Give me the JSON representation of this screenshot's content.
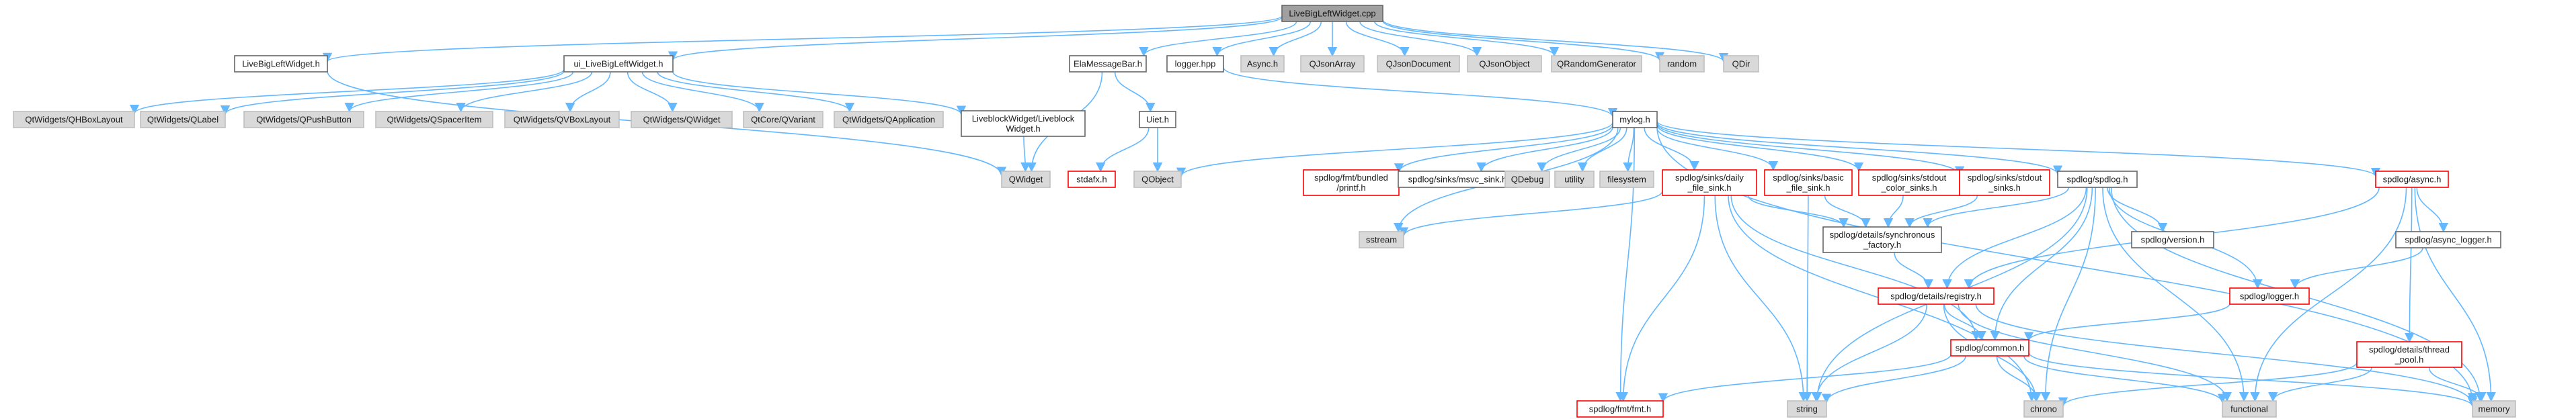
{
  "diagram": {
    "style": {
      "edge_color": "#63b8ff",
      "node_fill_default": "#ffffff",
      "node_stroke_default": "#666666",
      "node_fill_system": "#d9d9d9",
      "node_stroke_system": "#bfbfbf",
      "node_stroke_missing": "#ff0000",
      "node_fill_root": "#a0a0a0",
      "node_stroke_root": "#666666"
    },
    "nodes": [
      {
        "id": "root",
        "lines": [
          "LiveBigLeftWidget.cpp"
        ],
        "kind": "root"
      },
      {
        "id": "lblw_h",
        "lines": [
          "LiveBigLeftWidget.h"
        ],
        "kind": "normal"
      },
      {
        "id": "ui_lblw",
        "lines": [
          "ui_LiveBigLeftWidget.h"
        ],
        "kind": "normal"
      },
      {
        "id": "ela",
        "lines": [
          "ElaMessageBar.h"
        ],
        "kind": "normal"
      },
      {
        "id": "logger_hpp",
        "lines": [
          "logger.hpp"
        ],
        "kind": "normal"
      },
      {
        "id": "async_h",
        "lines": [
          "Async.h"
        ],
        "kind": "system"
      },
      {
        "id": "qjsonarray",
        "lines": [
          "QJsonArray"
        ],
        "kind": "system"
      },
      {
        "id": "qjsondoc",
        "lines": [
          "QJsonDocument"
        ],
        "kind": "system"
      },
      {
        "id": "qjsonobj",
        "lines": [
          "QJsonObject"
        ],
        "kind": "system"
      },
      {
        "id": "qrandom",
        "lines": [
          "QRandomGenerator"
        ],
        "kind": "system"
      },
      {
        "id": "random",
        "lines": [
          "random"
        ],
        "kind": "system"
      },
      {
        "id": "qdir",
        "lines": [
          "QDir"
        ],
        "kind": "system"
      },
      {
        "id": "qhbox",
        "lines": [
          "QtWidgets/QHBoxLayout"
        ],
        "kind": "system"
      },
      {
        "id": "qlabel",
        "lines": [
          "QtWidgets/QLabel"
        ],
        "kind": "system"
      },
      {
        "id": "qpush",
        "lines": [
          "QtWidgets/QPushButton"
        ],
        "kind": "system"
      },
      {
        "id": "qspacer",
        "lines": [
          "QtWidgets/QSpacerItem"
        ],
        "kind": "system"
      },
      {
        "id": "qvbox",
        "lines": [
          "QtWidgets/QVBoxLayout"
        ],
        "kind": "system"
      },
      {
        "id": "qwidget_inc",
        "lines": [
          "QtWidgets/QWidget"
        ],
        "kind": "system"
      },
      {
        "id": "qvariant",
        "lines": [
          "QtCore/QVariant"
        ],
        "kind": "system"
      },
      {
        "id": "qapp",
        "lines": [
          "QtWidgets/QApplication"
        ],
        "kind": "system"
      },
      {
        "id": "liveblock",
        "lines": [
          "LiveblockWidget/Liveblock",
          "Widget.h"
        ],
        "kind": "normal"
      },
      {
        "id": "qwidget",
        "lines": [
          "QWidget"
        ],
        "kind": "system"
      },
      {
        "id": "uiet",
        "lines": [
          "Uiet.h"
        ],
        "kind": "normal"
      },
      {
        "id": "stdafx",
        "lines": [
          "stdafx.h"
        ],
        "kind": "missing"
      },
      {
        "id": "qobject",
        "lines": [
          "QObject"
        ],
        "kind": "system"
      },
      {
        "id": "mylog",
        "lines": [
          "mylog.h"
        ],
        "kind": "normal"
      },
      {
        "id": "fmt_bundled",
        "lines": [
          "spdlog/fmt/bundled",
          "/printf.h"
        ],
        "kind": "missing"
      },
      {
        "id": "msvc_sink",
        "lines": [
          "spdlog/sinks/msvc_sink.h"
        ],
        "kind": "normal"
      },
      {
        "id": "qdebug",
        "lines": [
          "QDebug"
        ],
        "kind": "system"
      },
      {
        "id": "utility",
        "lines": [
          "utility"
        ],
        "kind": "system"
      },
      {
        "id": "filesystem",
        "lines": [
          "filesystem"
        ],
        "kind": "system"
      },
      {
        "id": "daily",
        "lines": [
          "spdlog/sinks/daily",
          "_file_sink.h"
        ],
        "kind": "missing"
      },
      {
        "id": "basic",
        "lines": [
          "spdlog/sinks/basic",
          "_file_sink.h"
        ],
        "kind": "missing"
      },
      {
        "id": "color",
        "lines": [
          "spdlog/sinks/stdout",
          "_color_sinks.h"
        ],
        "kind": "missing"
      },
      {
        "id": "stdout",
        "lines": [
          "spdlog/sinks/stdout",
          "_sinks.h"
        ],
        "kind": "missing"
      },
      {
        "id": "spdlog_h",
        "lines": [
          "spdlog/spdlog.h"
        ],
        "kind": "normal"
      },
      {
        "id": "async_sp",
        "lines": [
          "spdlog/async.h"
        ],
        "kind": "missing"
      },
      {
        "id": "sstream",
        "lines": [
          "sstream"
        ],
        "kind": "system"
      },
      {
        "id": "sync_factory",
        "lines": [
          "spdlog/details/synchronous",
          "_factory.h"
        ],
        "kind": "normal"
      },
      {
        "id": "version",
        "lines": [
          "spdlog/version.h"
        ],
        "kind": "normal"
      },
      {
        "id": "async_logger",
        "lines": [
          "spdlog/async_logger.h"
        ],
        "kind": "normal"
      },
      {
        "id": "registry",
        "lines": [
          "spdlog/details/registry.h"
        ],
        "kind": "missing"
      },
      {
        "id": "logger_sp",
        "lines": [
          "spdlog/logger.h"
        ],
        "kind": "missing"
      },
      {
        "id": "common",
        "lines": [
          "spdlog/common.h"
        ],
        "kind": "missing"
      },
      {
        "id": "thread_pool",
        "lines": [
          "spdlog/details/thread",
          "_pool.h"
        ],
        "kind": "missing"
      },
      {
        "id": "fmt_h",
        "lines": [
          "spdlog/fmt/fmt.h"
        ],
        "kind": "missing"
      },
      {
        "id": "string",
        "lines": [
          "string"
        ],
        "kind": "system"
      },
      {
        "id": "chrono",
        "lines": [
          "chrono"
        ],
        "kind": "system"
      },
      {
        "id": "functional",
        "lines": [
          "functional"
        ],
        "kind": "system"
      },
      {
        "id": "memory",
        "lines": [
          "memory"
        ],
        "kind": "system"
      }
    ],
    "edges": [
      [
        "root",
        "lblw_h"
      ],
      [
        "root",
        "ui_lblw"
      ],
      [
        "root",
        "ela"
      ],
      [
        "root",
        "logger_hpp"
      ],
      [
        "root",
        "async_h"
      ],
      [
        "root",
        "qjsonarray"
      ],
      [
        "root",
        "qjsondoc"
      ],
      [
        "root",
        "qjsonobj"
      ],
      [
        "root",
        "qrandom"
      ],
      [
        "root",
        "random"
      ],
      [
        "root",
        "qdir"
      ],
      [
        "lblw_h",
        "qwidget"
      ],
      [
        "ui_lblw",
        "qhbox"
      ],
      [
        "ui_lblw",
        "qlabel"
      ],
      [
        "ui_lblw",
        "qpush"
      ],
      [
        "ui_lblw",
        "qspacer"
      ],
      [
        "ui_lblw",
        "qvbox"
      ],
      [
        "ui_lblw",
        "qwidget_inc"
      ],
      [
        "ui_lblw",
        "qvariant"
      ],
      [
        "ui_lblw",
        "qapp"
      ],
      [
        "ui_lblw",
        "liveblock"
      ],
      [
        "liveblock",
        "qwidget"
      ],
      [
        "ela",
        "qwidget"
      ],
      [
        "ela",
        "uiet"
      ],
      [
        "uiet",
        "stdafx"
      ],
      [
        "uiet",
        "qobject"
      ],
      [
        "logger_hpp",
        "mylog"
      ],
      [
        "mylog",
        "qobject"
      ],
      [
        "mylog",
        "fmt_bundled"
      ],
      [
        "mylog",
        "msvc_sink"
      ],
      [
        "mylog",
        "qdebug"
      ],
      [
        "mylog",
        "utility"
      ],
      [
        "mylog",
        "filesystem"
      ],
      [
        "mylog",
        "daily"
      ],
      [
        "mylog",
        "basic"
      ],
      [
        "mylog",
        "color"
      ],
      [
        "mylog",
        "stdout"
      ],
      [
        "mylog",
        "spdlog_h"
      ],
      [
        "mylog",
        "async_sp"
      ],
      [
        "mylog",
        "sstream"
      ],
      [
        "mylog",
        "fmt_h"
      ],
      [
        "mylog",
        "memory"
      ],
      [
        "daily",
        "sstream"
      ],
      [
        "daily",
        "sync_factory"
      ],
      [
        "daily",
        "fmt_h"
      ],
      [
        "daily",
        "string"
      ],
      [
        "daily",
        "chrono"
      ],
      [
        "daily",
        "common"
      ],
      [
        "basic",
        "sync_factory"
      ],
      [
        "basic",
        "string"
      ],
      [
        "color",
        "sync_factory"
      ],
      [
        "stdout",
        "sync_factory"
      ],
      [
        "spdlog_h",
        "sync_factory"
      ],
      [
        "spdlog_h",
        "version"
      ],
      [
        "spdlog_h",
        "registry"
      ],
      [
        "spdlog_h",
        "logger_sp"
      ],
      [
        "spdlog_h",
        "common"
      ],
      [
        "spdlog_h",
        "string"
      ],
      [
        "spdlog_h",
        "chrono"
      ],
      [
        "spdlog_h",
        "functional"
      ],
      [
        "spdlog_h",
        "memory"
      ],
      [
        "async_sp",
        "registry"
      ],
      [
        "async_sp",
        "async_logger"
      ],
      [
        "async_sp",
        "thread_pool"
      ],
      [
        "async_sp",
        "functional"
      ],
      [
        "async_sp",
        "memory"
      ],
      [
        "async_logger",
        "logger_sp"
      ],
      [
        "sync_factory",
        "registry"
      ],
      [
        "registry",
        "common"
      ],
      [
        "registry",
        "string"
      ],
      [
        "registry",
        "chrono"
      ],
      [
        "registry",
        "functional"
      ],
      [
        "registry",
        "memory"
      ],
      [
        "logger_sp",
        "common"
      ],
      [
        "common",
        "fmt_h"
      ],
      [
        "common",
        "string"
      ],
      [
        "common",
        "chrono"
      ],
      [
        "common",
        "functional"
      ],
      [
        "common",
        "memory"
      ],
      [
        "thread_pool",
        "chrono"
      ],
      [
        "thread_pool",
        "functional"
      ],
      [
        "thread_pool",
        "memory"
      ]
    ]
  }
}
